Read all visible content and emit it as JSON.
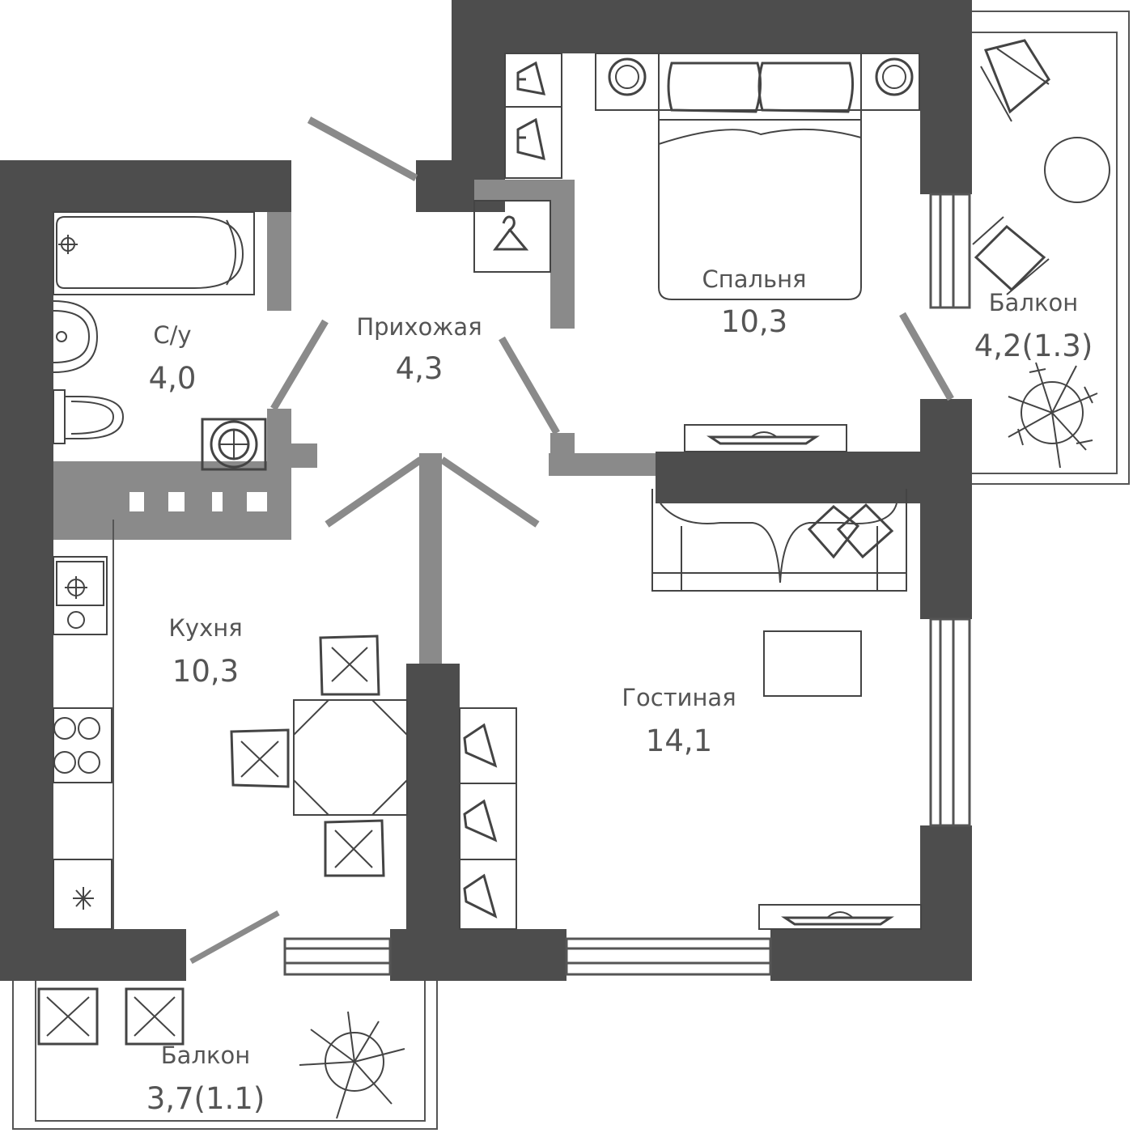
{
  "colors": {
    "wall": "#4d4d4d",
    "partition": "#8a8a8a",
    "label": "#555555",
    "furniture": "#444444"
  },
  "rooms": {
    "bathroom": {
      "name": "С/у",
      "area": "4,0"
    },
    "hallway": {
      "name": "Прихожая",
      "area": "4,3"
    },
    "bedroom": {
      "name": "Спальня",
      "area": "10,3"
    },
    "balcony_right": {
      "name": "Балкон",
      "area": "4,2(1.3)"
    },
    "kitchen": {
      "name": "Кухня",
      "area": "10,3"
    },
    "living_room": {
      "name": "Гостиная",
      "area": "14,1"
    },
    "balcony_bottom": {
      "name": "Балкон",
      "area": "3,7(1.1)"
    }
  }
}
